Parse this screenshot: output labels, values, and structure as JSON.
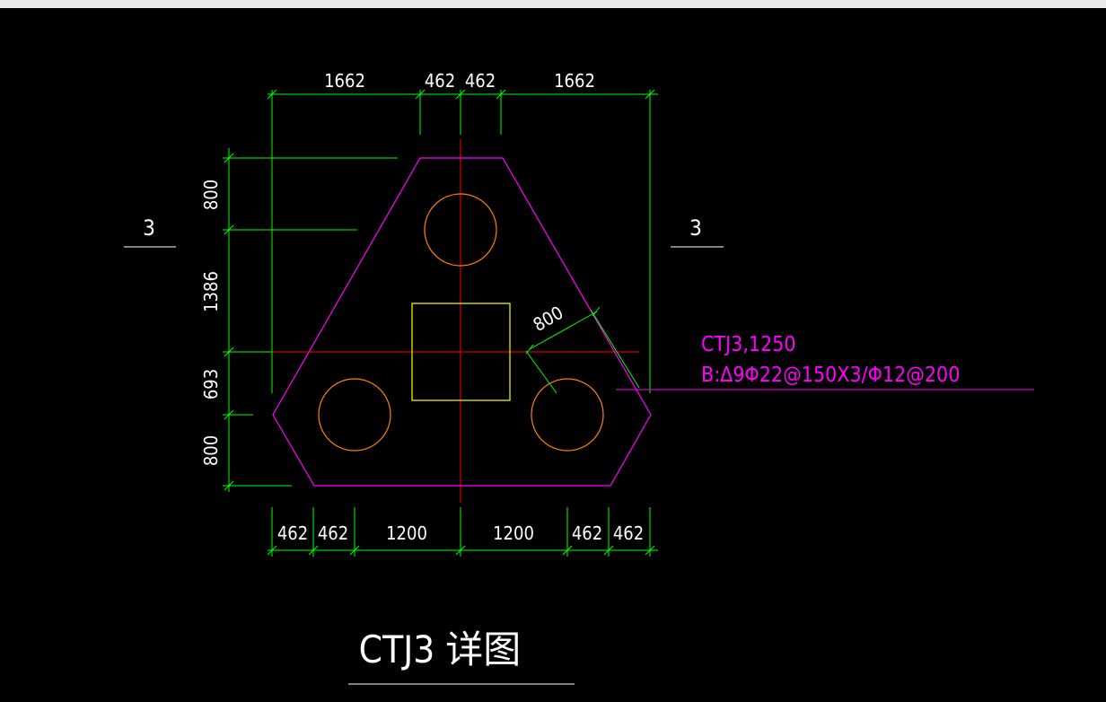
{
  "drawing": {
    "title": "CTJ3 详图",
    "section_marks": {
      "left": "3",
      "right": "3"
    },
    "annotation": {
      "line1": "CTJ3,1250",
      "line2": "B:Δ9Φ22@150X3/Φ12@200"
    },
    "dims_top": [
      "1662",
      "462",
      "462",
      "1662"
    ],
    "dims_left": [
      "800",
      "1386",
      "693",
      "800"
    ],
    "dims_bottom": [
      "462",
      "462",
      "1200",
      "1200",
      "462",
      "462"
    ],
    "dim_diagonal": "800"
  },
  "colors": {
    "background": "#000000",
    "dimension": "#00ff00",
    "outline": "#ff00ff",
    "pile": "#ff8000",
    "column": "#ffff00",
    "centerline": "#ff0000",
    "text": "#ffffff",
    "annotation": "#ff00ff"
  }
}
